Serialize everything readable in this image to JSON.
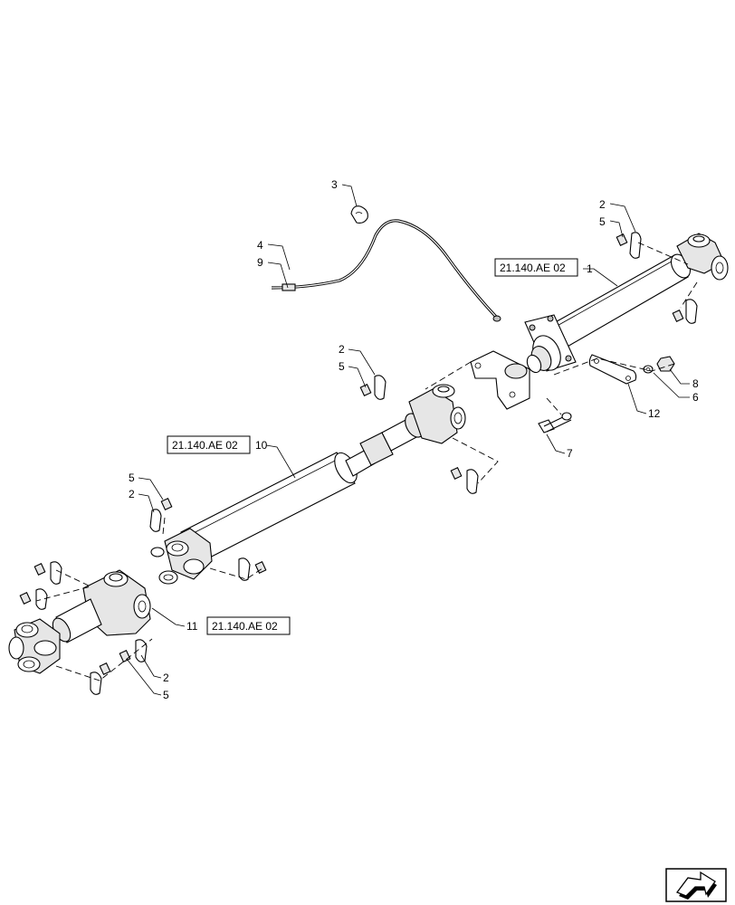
{
  "callouts": {
    "c1": "1",
    "c2a": "2",
    "c5a": "5",
    "c3": "3",
    "c4": "4",
    "c9": "9",
    "c2b": "2",
    "c5b": "5",
    "c8": "8",
    "c6": "6",
    "c12": "12",
    "c7": "7",
    "c10": "10",
    "c5c": "5",
    "c2c": "2",
    "c11": "11",
    "c2d": "2",
    "c5d": "5"
  },
  "references": {
    "ref_shaft1": "21.140.AE 02",
    "ref_shaft10": "21.140.AE 02",
    "ref_shaft11": "21.140.AE 02"
  },
  "icons": {
    "nav": "next-page-arrow-icon"
  }
}
